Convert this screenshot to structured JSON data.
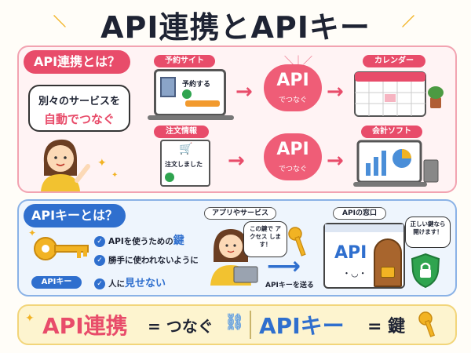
{
  "header": {
    "title": "API連携とAPIキー"
  },
  "section1": {
    "heading": "API連携とは？",
    "bubble_line1": "別々のサービスを",
    "bubble_line2": "自動でつなぐ",
    "booking_label": "予約サイト",
    "booking_button": "予約する",
    "calendar_label": "カレンダー",
    "order_label": "注文情報",
    "order_text": "注文しました",
    "accounting_label": "会計ソフト",
    "api_cloud_title": "API",
    "api_cloud_sub": "でつなぐ"
  },
  "section2": {
    "heading": "APIキーとは？",
    "key_tag": "APIキー",
    "point1_pre": "APIを使うための",
    "point1_em": "鍵",
    "point2": "勝手に使われないように",
    "point3_pre": "人に",
    "point3_em": "見せない",
    "app_label": "アプリやサービス",
    "app_bubble": "この鍵で アクセス します！",
    "send_label": "APIキーを送る",
    "window_label": "APIの窓口",
    "window_api": "API",
    "door_bubble": "正しい鍵なら 開けます！"
  },
  "summary": {
    "left": "API連携",
    "eq1": "= つなぐ",
    "right": "APIキー",
    "eq2": "= 鍵"
  },
  "colors": {
    "pink": "#e84c6a",
    "blue": "#2f6fce",
    "yellow": "#fdf4cf",
    "key": "#f2b323"
  }
}
